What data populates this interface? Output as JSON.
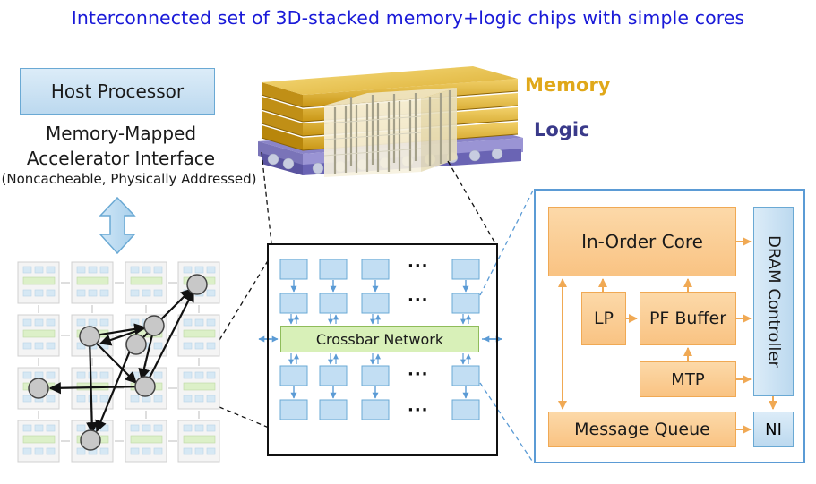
{
  "title": "Interconnected set of 3D-stacked memory+logic chips with simple cores",
  "host": {
    "label": "Host Processor",
    "interface_line1": "Memory-Mapped",
    "interface_line2": "Accelerator Interface",
    "interface_line3": "(Noncacheable, Physically Addressed)"
  },
  "stack": {
    "memory_label": "Memory",
    "logic_label": "Logic"
  },
  "crossbar": {
    "label": "Crossbar Network",
    "dots": "···"
  },
  "vault": {
    "core": "In-Order Core",
    "lp": "LP",
    "pf_buffer": "PF Buffer",
    "mtp": "MTP",
    "message_queue": "Message Queue",
    "dram_controller": "DRAM Controller",
    "ni": "NI"
  },
  "colors": {
    "title": "#1a1ad8",
    "memory": "#e0a81a",
    "logic": "#3a3a8a",
    "orange_block": "#f9c383",
    "blue_block": "#bcd9ef",
    "crossbar": "#d8f0b8"
  }
}
